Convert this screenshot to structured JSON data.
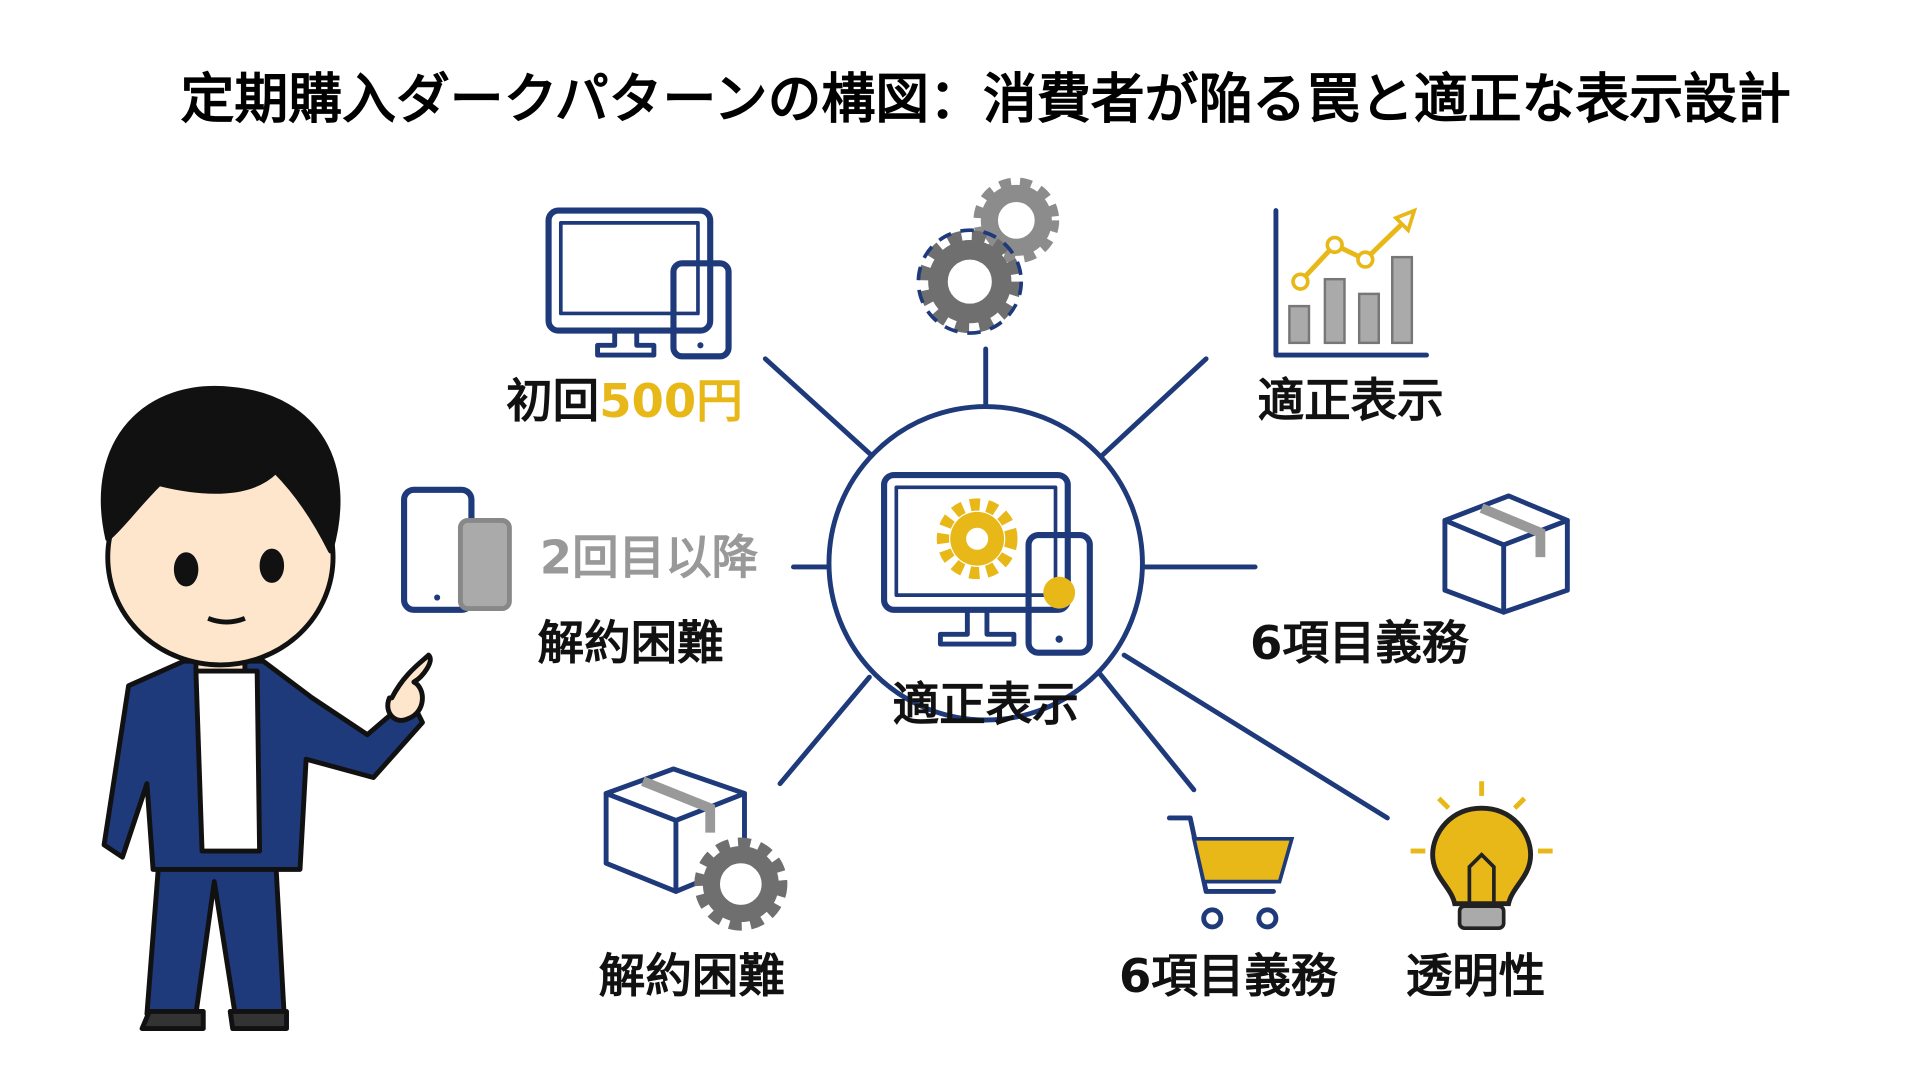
{
  "title": "定期購入ダークパターンの構図：消費者が陥る罠と適正な表示設計",
  "colors": {
    "navy": "#1e3a7b",
    "yellow": "#e8b818",
    "gray": "#8c8c8c",
    "text": "#111111"
  },
  "center": {
    "label": "適正表示",
    "icon": "monitor-phone-gear-icon"
  },
  "nodes": {
    "first_price": {
      "prefix": "初回",
      "highlight": "500円",
      "icon": "monitor-phone-icon"
    },
    "settings": {
      "icon": "gears-icon"
    },
    "proper_display": {
      "label": "適正表示",
      "icon": "growth-chart-icon"
    },
    "second_onward": {
      "label": "2回目以降",
      "icon": "phones-icon"
    },
    "cancel_hard_left": {
      "label": "解約困難"
    },
    "six_items_right": {
      "label": "6項目義務",
      "icon": "box-icon"
    },
    "cancel_hard_bottom": {
      "label": "解約困難",
      "icon": "box-gear-icon"
    },
    "six_items_bottom": {
      "label": "6項目義務",
      "icon": "cart-icon"
    },
    "transparency": {
      "label": "透明性",
      "icon": "lightbulb-icon"
    }
  }
}
